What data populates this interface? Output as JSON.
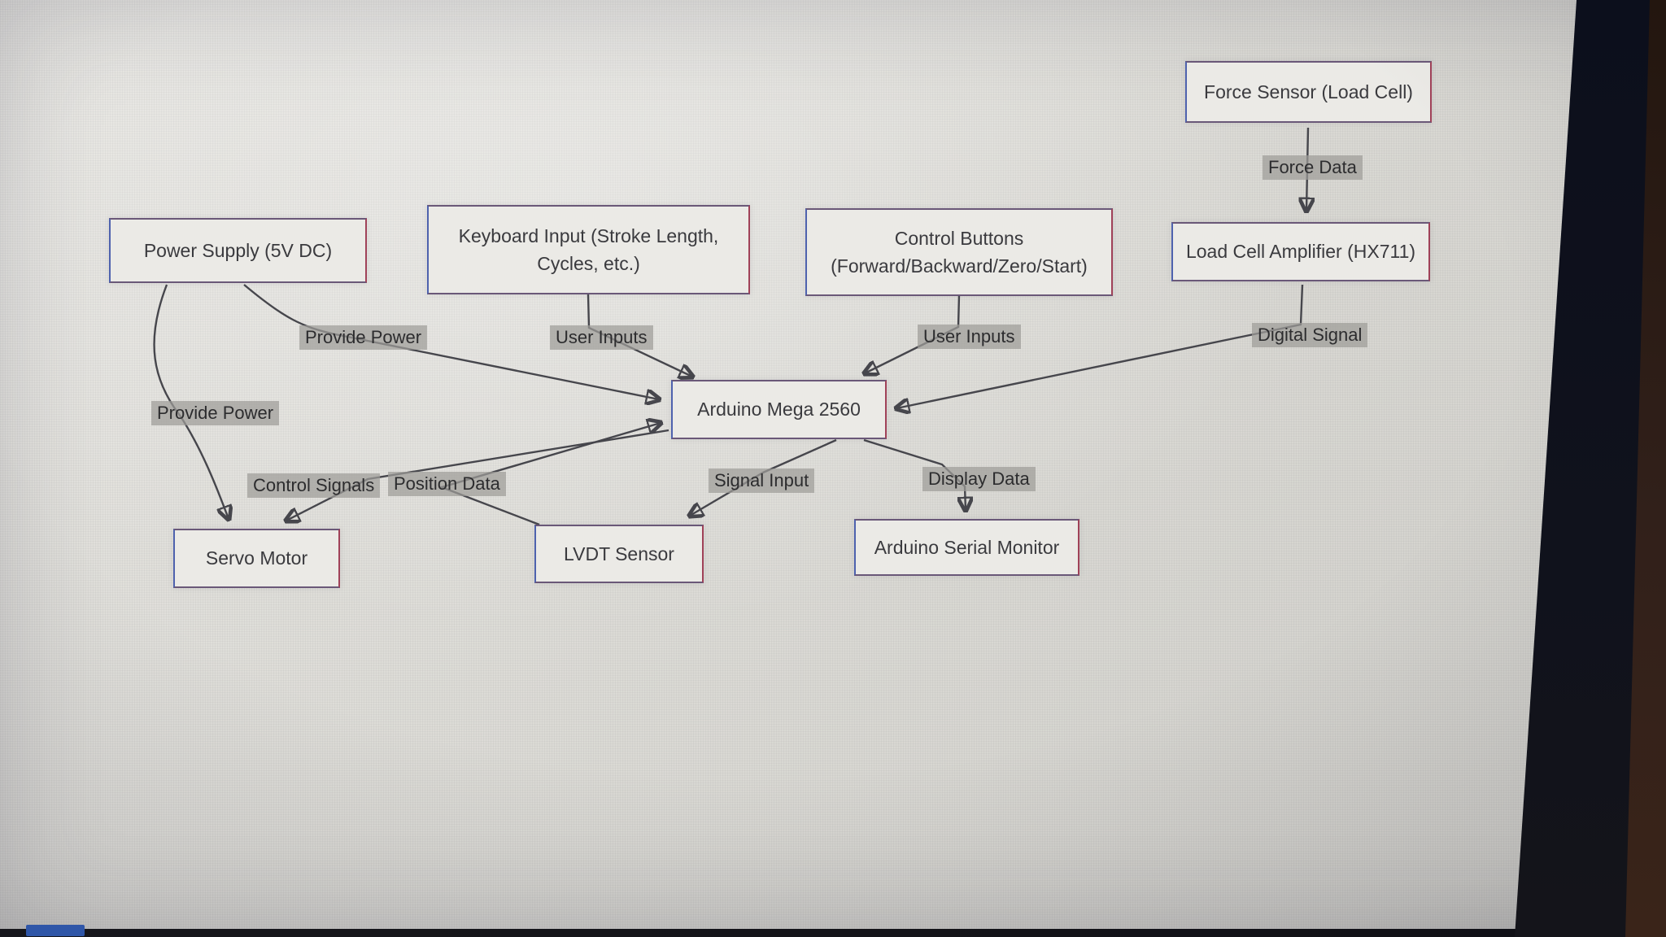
{
  "diagram": {
    "nodes": {
      "power": {
        "label": "Power Supply (5V DC)"
      },
      "keyboard": {
        "label": "Keyboard Input (Stroke Length, Cycles, etc.)"
      },
      "buttons": {
        "label": "Control Buttons (Forward/Backward/Zero/Start)"
      },
      "force": {
        "label": "Force Sensor (Load Cell)"
      },
      "hx711": {
        "label": "Load Cell Amplifier (HX711)"
      },
      "arduino": {
        "label": "Arduino Mega 2560"
      },
      "servo": {
        "label": "Servo Motor"
      },
      "lvdt": {
        "label": "LVDT Sensor"
      },
      "monitor": {
        "label": "Arduino Serial Monitor"
      }
    },
    "edges": [
      {
        "from": "power",
        "to": "arduino",
        "label": "Provide Power"
      },
      {
        "from": "power",
        "to": "servo",
        "label": "Provide Power"
      },
      {
        "from": "keyboard",
        "to": "arduino",
        "label": "User Inputs"
      },
      {
        "from": "buttons",
        "to": "arduino",
        "label": "User Inputs"
      },
      {
        "from": "force",
        "to": "hx711",
        "label": "Force Data"
      },
      {
        "from": "hx711",
        "to": "arduino",
        "label": "Digital Signal"
      },
      {
        "from": "arduino",
        "to": "servo",
        "label": "Control Signals"
      },
      {
        "from": "lvdt",
        "to": "arduino",
        "label": "Position Data"
      },
      {
        "from": "arduino",
        "to": "lvdt",
        "label": "Signal Input"
      },
      {
        "from": "arduino",
        "to": "monitor",
        "label": "Display Data"
      }
    ],
    "colors": {
      "screen_bg": "#dcdbd6",
      "node_fill": "#ebeae6",
      "node_border_left": "#4e62ae",
      "node_border_right": "#a04158",
      "node_border_horizontal": "#6a5878",
      "edge_line": "#46464c",
      "edge_label_bg": "#9e9c98",
      "text": "#3a3a3e",
      "bezel_dark": "#0e1120",
      "bezel_brown": "#31201a",
      "bottom_accent_blue": "#2f56a8"
    }
  }
}
